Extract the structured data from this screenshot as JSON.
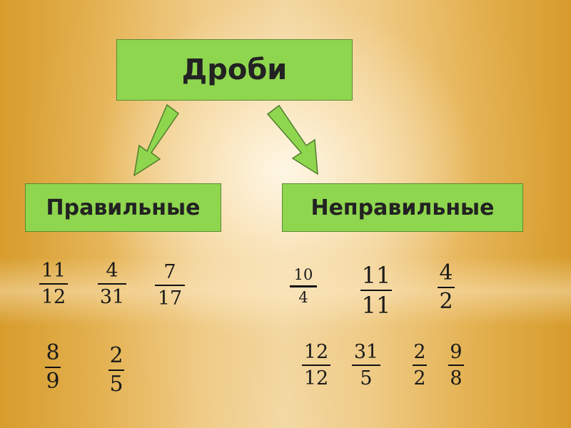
{
  "title": "Дроби",
  "proper": {
    "label": "Правильные",
    "fractions": [
      {
        "num": "11",
        "den": "12"
      },
      {
        "num": "4",
        "den": "31"
      },
      {
        "num": "7",
        "den": "17"
      },
      {
        "num": "8",
        "den": "9"
      },
      {
        "num": "2",
        "den": "5"
      }
    ]
  },
  "improper": {
    "label": "Неправильные",
    "fractions": [
      {
        "num": "10",
        "den": "4"
      },
      {
        "num": "11",
        "den": "11"
      },
      {
        "num": "4",
        "den": "2"
      },
      {
        "num": "12",
        "den": "12"
      },
      {
        "num": "31",
        "den": "5"
      },
      {
        "num": "2",
        "den": "2"
      },
      {
        "num": "9",
        "den": "8"
      }
    ]
  },
  "colors": {
    "box_fill": "#8fd64f",
    "box_border": "#5a8a30",
    "text": "#222222"
  }
}
